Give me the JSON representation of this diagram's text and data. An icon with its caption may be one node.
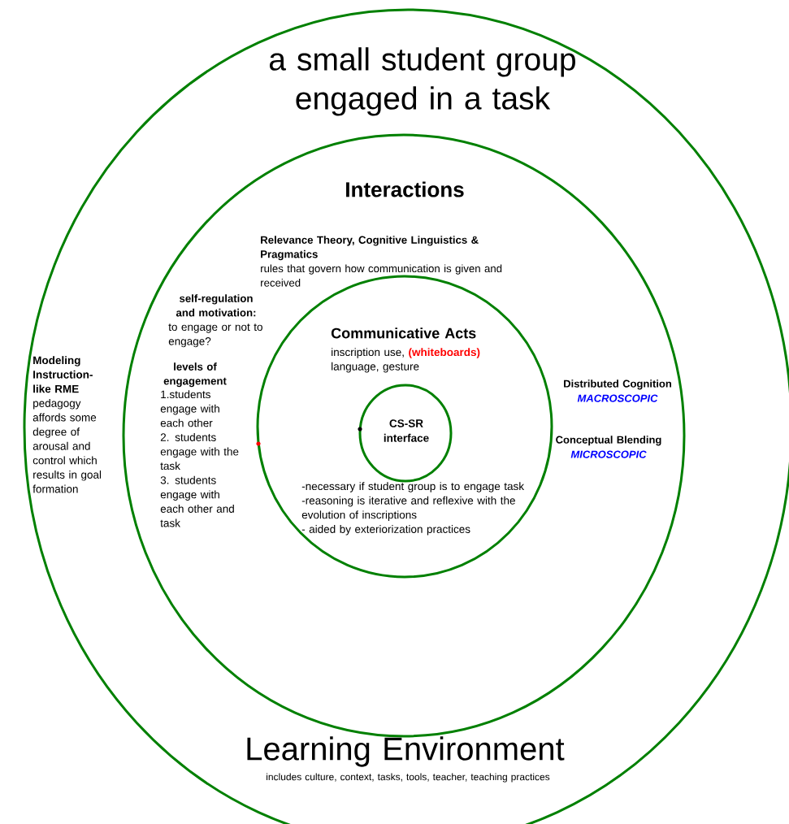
{
  "diagram": {
    "nodes": [
      {
        "text": [
          "a small student group engaged in a task",
          "Modeling Instruction-like RME",
          "pedagogy affords some degree of arousal and control which results in goal formation",
          "Learning Environment",
          "includes culture, context, tasks, tools, teacher, teaching practices"
        ]
      },
      {
        "text": [
          "Interactions",
          "Relevance Theory, Cognitive Linguistics & Pragmatics",
          "rules that govern how communication is given and received",
          "self-regulation and motivation:",
          "to engage or not to engage?",
          "levels of engagement",
          "1.students engage with each other",
          "2. students engage with the task",
          "3. students engage with each other and task",
          "Distributed Cognition",
          "MACROSCOPIC",
          "Conceptual Blending",
          "MICROSCOPIC"
        ],
        "in": 0
      },
      {
        "text": [
          "Communicative Acts",
          "inscription use,",
          "(whiteboards)",
          "language, gesture",
          "-necessary if student group is to engage task",
          "-reasoning is iterative and reflexive with the evolution of inscriptions",
          "- aided by exteriorization practices"
        ],
        "in": 1
      },
      {
        "text": [
          "CS-SR interface"
        ],
        "in": 2
      }
    ]
  }
}
